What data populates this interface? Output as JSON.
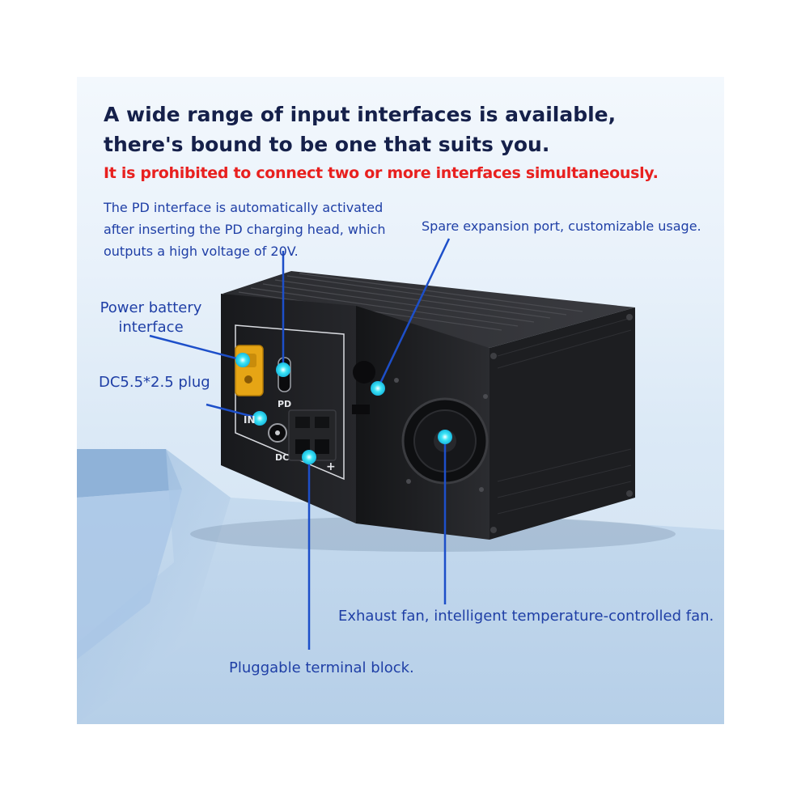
{
  "headline": "A wide range of input interfaces is available, there's bound to be one that suits you.",
  "warning": "It is prohibited to connect two or more interfaces simultaneously.",
  "pd_note": "The PD interface is automatically activated after inserting the PD charging head, which outputs a high voltage of 20V.",
  "spare_port": "Spare expansion port, customizable usage.",
  "power_battery": "Power battery interface",
  "dc_plug": "DC5.5*2.5 plug",
  "exhaust_fan": "Exhaust fan, intelligent temperature-controlled fan.",
  "terminal_block": "Pluggable terminal block.",
  "panel_labels": {
    "pd": "PD",
    "in": "IN",
    "dc": "DC",
    "plus": "+"
  },
  "colors": {
    "callout_line": "#1d4fc9",
    "callout_dot": "#22e0f2",
    "warning": "#e8201f",
    "headline": "#15204a",
    "case": "#1c1d20"
  }
}
